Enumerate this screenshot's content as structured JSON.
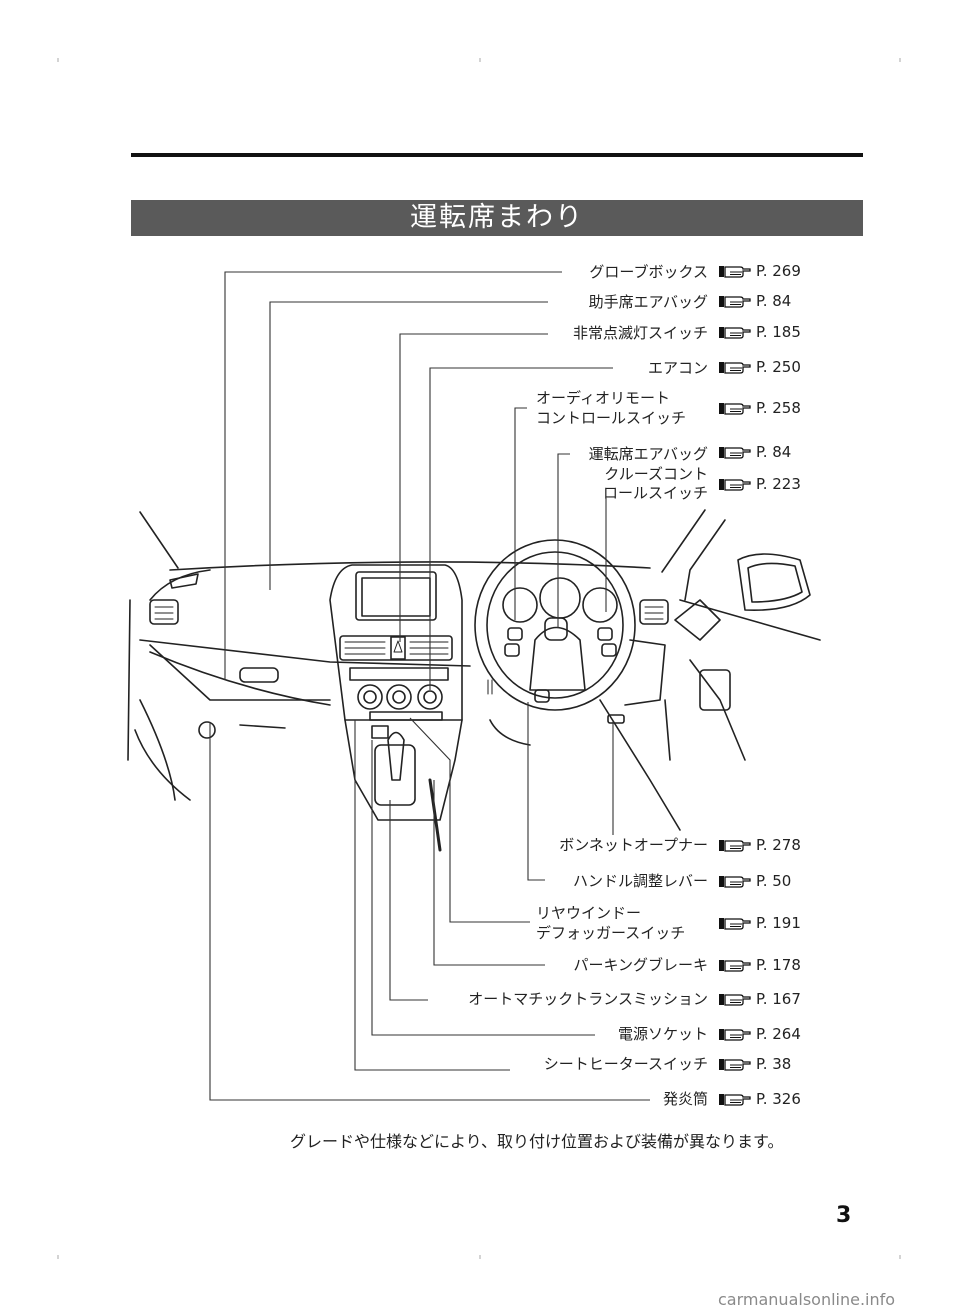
{
  "section_title": "運転席まわり",
  "note": "グレードや仕様などにより、取り付け位置および装備が異なります。",
  "page_number": "3",
  "watermark": "carmanualsonline.info",
  "top_items": [
    {
      "label": [
        "グローブボックス"
      ],
      "page": "P. 269"
    },
    {
      "label": [
        "助手席エアバッグ"
      ],
      "page": "P. 84"
    },
    {
      "label": [
        "非常点滅灯スイッチ"
      ],
      "page": "P. 185"
    },
    {
      "label": [
        "エアコン"
      ],
      "page": "P. 250"
    },
    {
      "label": [
        "オーディオリモート",
        "コントロールスイッチ"
      ],
      "page": "P. 258"
    },
    {
      "label": [
        "運転席エアバッグ"
      ],
      "page": "P. 84"
    },
    {
      "label": [
        "クルーズコント",
        "ロールスイッチ"
      ],
      "page": "P. 223"
    }
  ],
  "bottom_items": [
    {
      "label": [
        "ボンネットオープナー"
      ],
      "page": "P. 278"
    },
    {
      "label": [
        "ハンドル調整レバー"
      ],
      "page": "P. 50"
    },
    {
      "label": [
        "リヤウインドー",
        "デフォッガースイッチ"
      ],
      "page": "P. 191"
    },
    {
      "label": [
        "パーキングブレーキ"
      ],
      "page": "P. 178"
    },
    {
      "label": [
        "オートマチックトランスミッション"
      ],
      "page": "P. 167"
    },
    {
      "label": [
        "電源ソケット"
      ],
      "page": "P. 264"
    },
    {
      "label": [
        "シートヒータースイッチ"
      ],
      "page": "P. 38"
    },
    {
      "label": [
        "発炎筒"
      ],
      "page": "P. 326"
    }
  ]
}
